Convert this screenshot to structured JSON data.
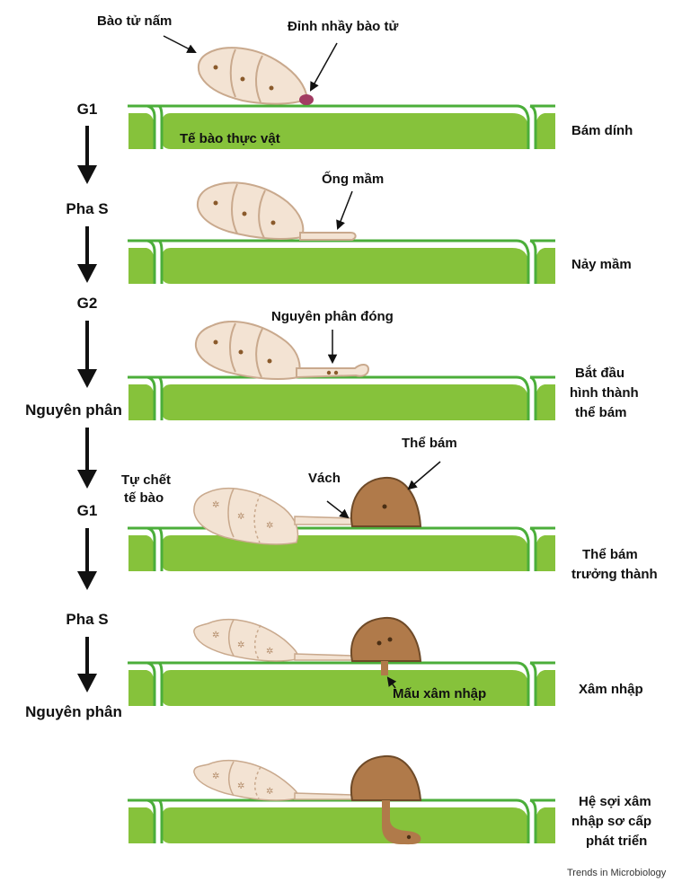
{
  "colors": {
    "cell_fill": "#86c23b",
    "cell_wall": "#4bae3a",
    "spore_fill": "#f3e3d3",
    "spore_stroke": "#c9a98d",
    "spore_dot": "#8a5a2b",
    "appressorium": "#b07a4a",
    "appressorium_stroke": "#6e4a28",
    "mucilage": "#a23c62",
    "arrow": "#111111"
  },
  "cell_cycle": [
    "G1",
    "Pha S",
    "G2",
    "Nguyên phân",
    "G1",
    "Pha S",
    "Nguyên phân"
  ],
  "stages": [
    {
      "label": [
        "Bám dính"
      ]
    },
    {
      "label": [
        "Nảy mầm"
      ]
    },
    {
      "label": [
        "Bắt đầu",
        "hình thành",
        "thể bám"
      ]
    },
    {
      "label": [
        "Thể bám",
        "trưởng thành"
      ]
    },
    {
      "label": [
        "Xâm nhập"
      ]
    },
    {
      "label": [
        "Hệ sợi xâm",
        "nhập sơ cấp",
        "phát triển"
      ]
    }
  ],
  "annotations": {
    "spore": "Bào tử nấm",
    "spore_tip_mucilage": "Đỉnh nhầy bào tử",
    "plant_cell": "Tế bào thực vật",
    "germ_tube": "Ống mầm",
    "mitosis_closed": "Nguyên phân đóng",
    "cell_death": [
      "Tự chết",
      "tế bào"
    ],
    "septum": "Vách",
    "appressorium": "Thể bám",
    "penetration_peg": "Mấu xâm nhập"
  },
  "credit": "Trends in Microbiology"
}
